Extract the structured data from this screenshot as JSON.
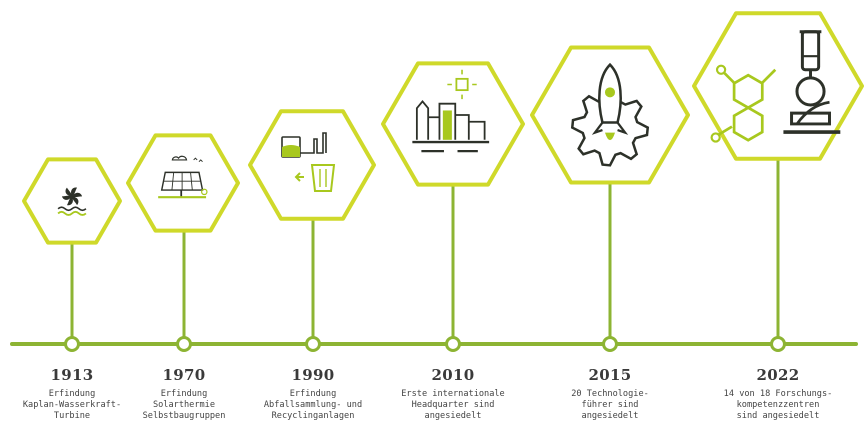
{
  "colors": {
    "line": "#8db433",
    "hex_stroke": "#cfd92a",
    "icon_dark": "#2d3129",
    "icon_green": "#a8c81e",
    "node_fill": "#ffffff"
  },
  "milestones": [
    {
      "year": "1913",
      "icon": "turbine-water-icon",
      "lines": [
        "Erfindung",
        "Kaplan-Wasserkraft-",
        "Turbine"
      ]
    },
    {
      "year": "1970",
      "icon": "solar-panel-icon",
      "lines": [
        "Erfindung",
        "Solarthermie",
        "Selbstbaugruppen"
      ]
    },
    {
      "year": "1990",
      "icon": "waste-recycling-icon",
      "lines": [
        "Erfindung",
        "Abfallsammlung- und",
        "Recyclinganlagen"
      ]
    },
    {
      "year": "2010",
      "icon": "city-headquarter-icon",
      "lines": [
        "Erste internationale",
        "Headquarter sind",
        "angesiedelt"
      ]
    },
    {
      "year": "2015",
      "icon": "rocket-gear-icon",
      "lines": [
        "20 Technologie-",
        "führer sind",
        "angesiedelt"
      ]
    },
    {
      "year": "2022",
      "icon": "molecule-microscope-icon",
      "lines": [
        "14 von 18 Forschungs-",
        "kompetenzzentren",
        "sind angesiedelt"
      ]
    }
  ]
}
